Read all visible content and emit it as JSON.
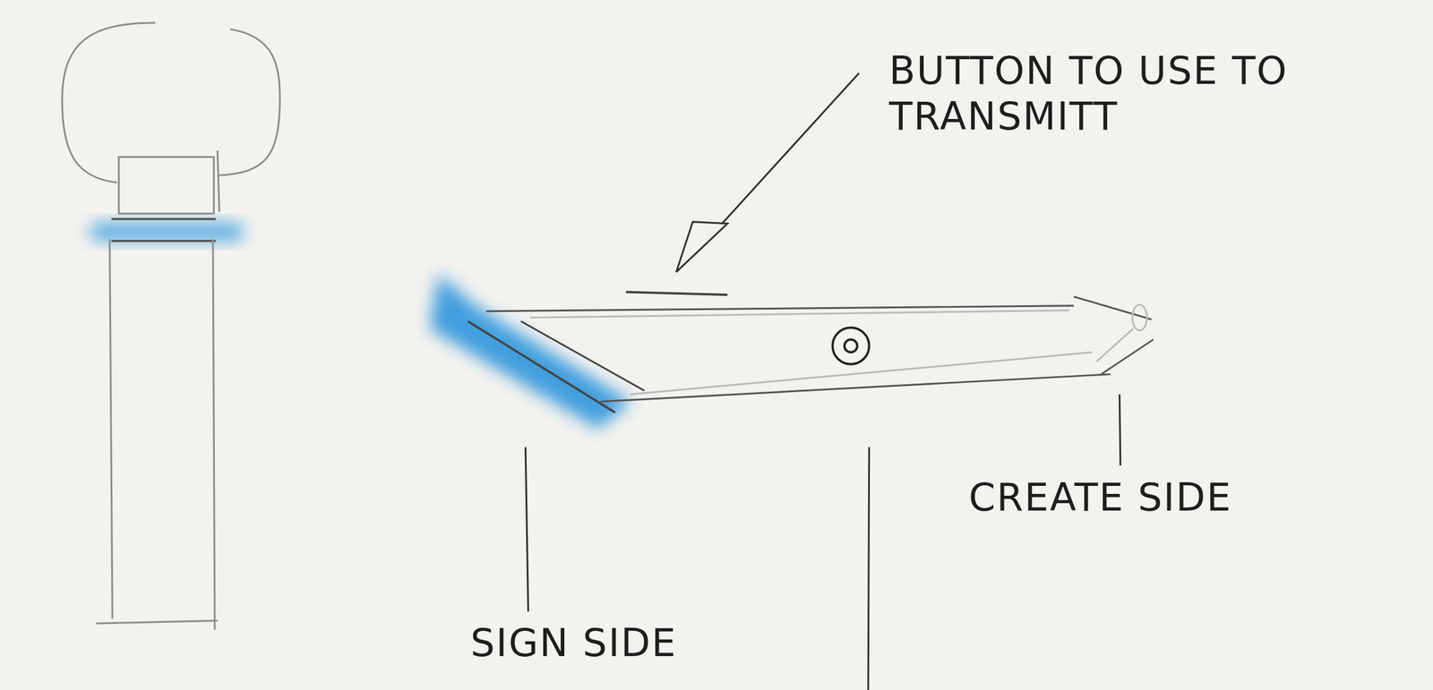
{
  "diagram": {
    "labels": [
      "BUTTON TO USE TO TRANSMITT",
      "CREATE SIDE",
      "SIGN SIDE"
    ]
  }
}
